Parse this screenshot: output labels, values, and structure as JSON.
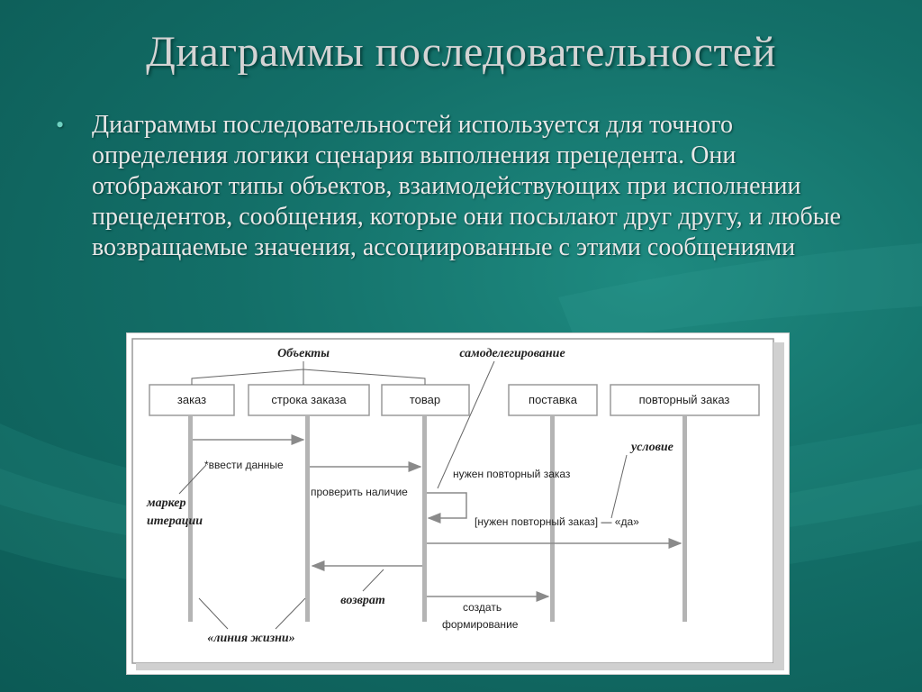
{
  "slide": {
    "title": "Диаграммы последовательностей",
    "bullet_marker": "•",
    "bullet_text": "Диаграммы последовательностей используется для точного определения логики сценария выполнения прецедента. Они отображают типы объектов, взаимодействующих при исполнении прецедентов, сообщения, которые они посылают друг другу, и любые возвращаемые значения, ассоциированные с этими сообщениями"
  },
  "diagram": {
    "objects": [
      "заказ",
      "строка заказа",
      "товар",
      "поставка",
      "повторный заказ"
    ],
    "labels": {
      "objects_note": "Объекты",
      "self_delegation": "самоделегирование",
      "condition": "условие",
      "iteration_marker_1": "маркер",
      "iteration_marker_2": "итерации",
      "return": "возврат",
      "lifeline": "«линия жизни»"
    },
    "messages": {
      "enter_data": "*ввести данные",
      "check_availability": "проверить наличие",
      "reorder_needed": "нужен повторный заказ",
      "reorder_condition": "[нужен повторный заказ] — «да»",
      "create_1": "создать",
      "create_2": "формирование"
    }
  },
  "colors": {
    "background": "#136f68",
    "title": "#d4d4d4",
    "text": "#e8e8e8",
    "bullet": "#6fd1c1",
    "lifeline": "#b4b4b4",
    "arrow": "#8a8a8a"
  }
}
